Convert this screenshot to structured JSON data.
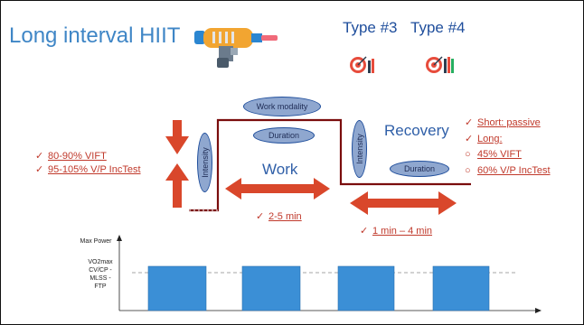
{
  "title": "Long interval HIIT",
  "types": [
    "Type #3",
    "Type #4"
  ],
  "ellipses": {
    "work_modality": "Work modality",
    "duration_top": "Duration",
    "intensity_left": "Intensity",
    "intensity_right": "Intensity",
    "duration_right": "Duration"
  },
  "labels": {
    "work": "Work",
    "recovery": "Recovery"
  },
  "left_checks": [
    "80-90% VIFT",
    "95-105% V/P IncTest"
  ],
  "work_duration": "2-5 min",
  "recovery_duration": "1 min – 4 min",
  "right_checks": [
    {
      "marker": "✓",
      "text": "Short: passive"
    },
    {
      "marker": "✓",
      "text": "Long:"
    },
    {
      "marker": "○",
      "text": "45% VIFT"
    },
    {
      "marker": "○",
      "text": "60% V/P IncTest"
    }
  ],
  "chart": {
    "ylabel": "Max Power",
    "threshold_label": "VO2max\nCV/CP -\nMLSS -\nFTP",
    "bar_count": 4
  },
  "colors": {
    "accent_red": "#d9472b",
    "dark_red": "#7a0d0d",
    "bar_blue": "#3b8fd6",
    "title_blue": "#3f86c6"
  }
}
